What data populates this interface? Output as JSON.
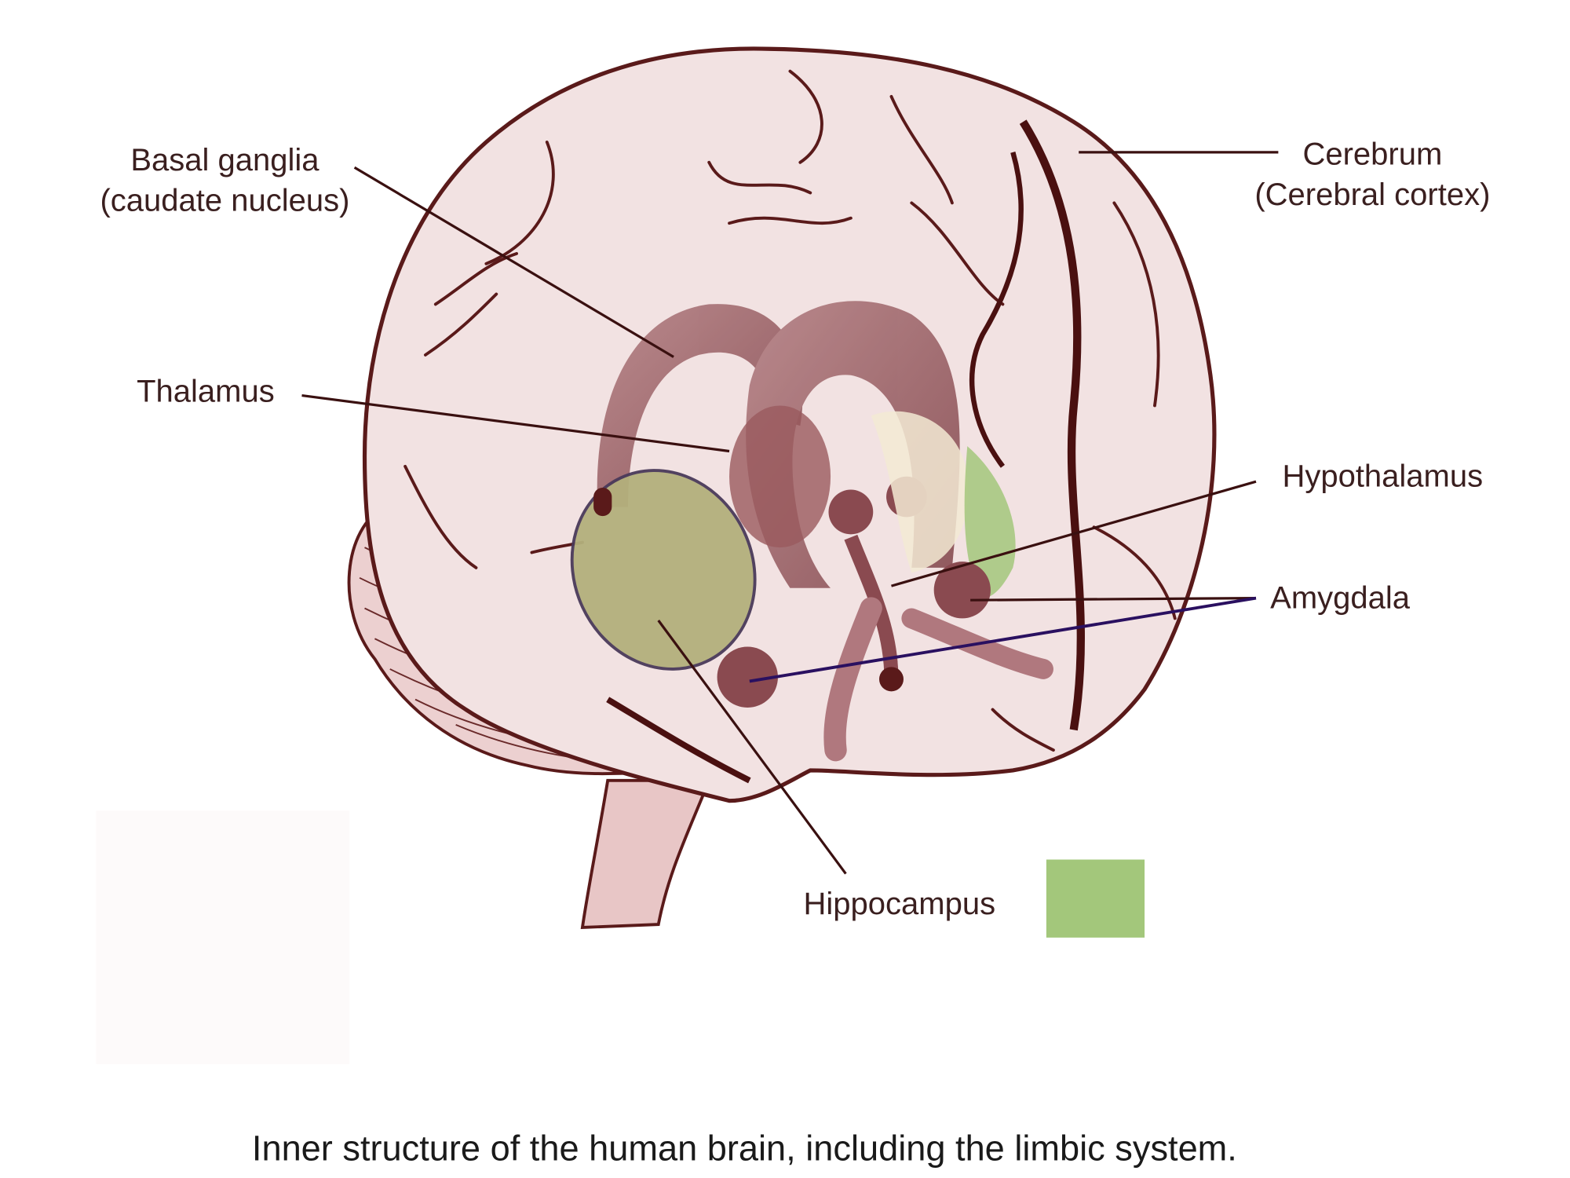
{
  "labels": {
    "basal_ganglia_line1": "Basal ganglia",
    "basal_ganglia_line2": "(caudate nucleus)",
    "cerebrum_line1": "Cerebrum",
    "cerebrum_line2": "(Cerebral cortex)",
    "thalamus": "Thalamus",
    "hypothalamus": "Hypothalamus",
    "amygdala": "Amygdala",
    "hippocampus": "Hippocampus"
  },
  "caption": "Inner structure of the human brain, including the limbic system.",
  "colors": {
    "brain_fill": "#f2e2e2",
    "outline": "#5a1a1a",
    "limbic": "#9a5a5e",
    "hippocampus_highlight": "#a3c77b",
    "hippocampus_overlay": "#b3b07c",
    "amygdala_line": "#2a1060"
  }
}
